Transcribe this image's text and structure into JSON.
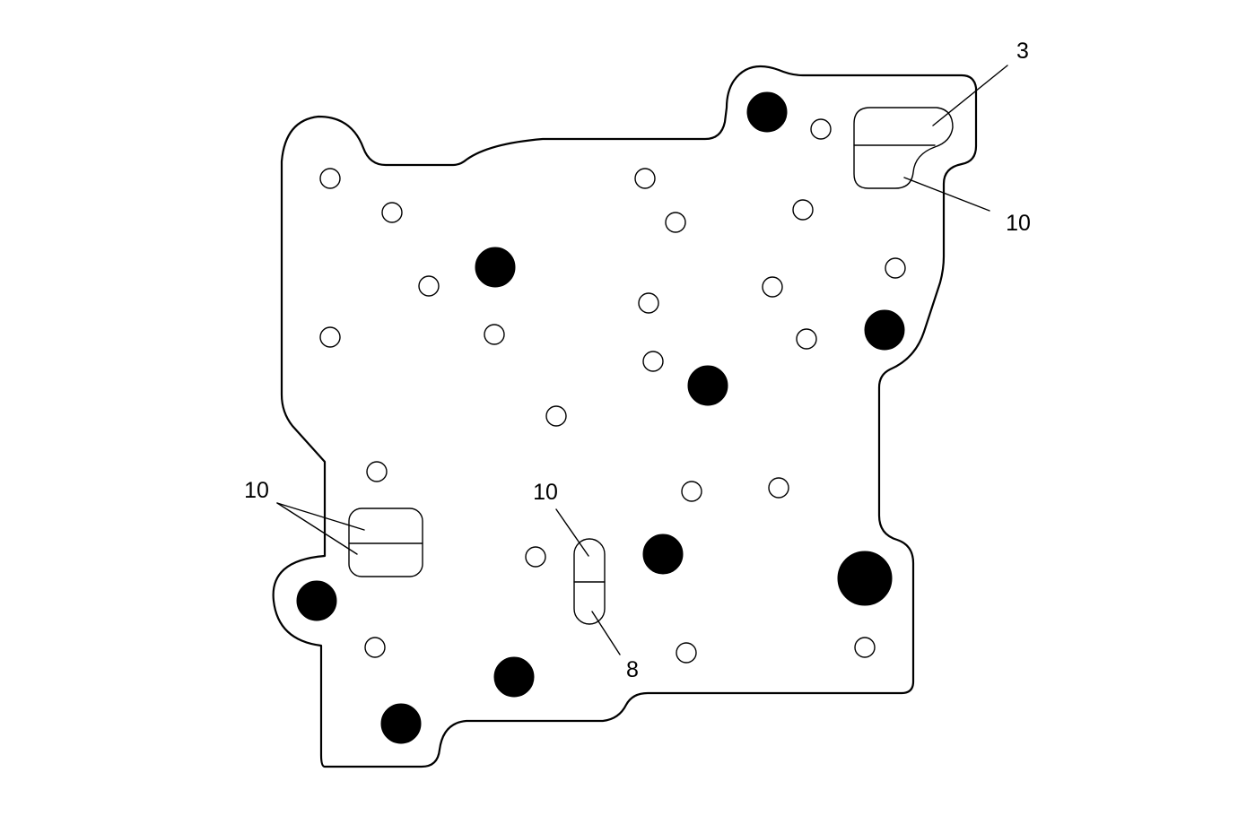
{
  "diagram": {
    "colors": {
      "line": "#000000",
      "background": "#ffffff"
    },
    "callouts": [
      {
        "id": "callout-3",
        "label": "3"
      },
      {
        "id": "callout-10-top-right",
        "label": "10"
      },
      {
        "id": "callout-10-left",
        "label": "10"
      },
      {
        "id": "callout-10-center",
        "label": "10"
      },
      {
        "id": "callout-8",
        "label": "8"
      }
    ]
  }
}
